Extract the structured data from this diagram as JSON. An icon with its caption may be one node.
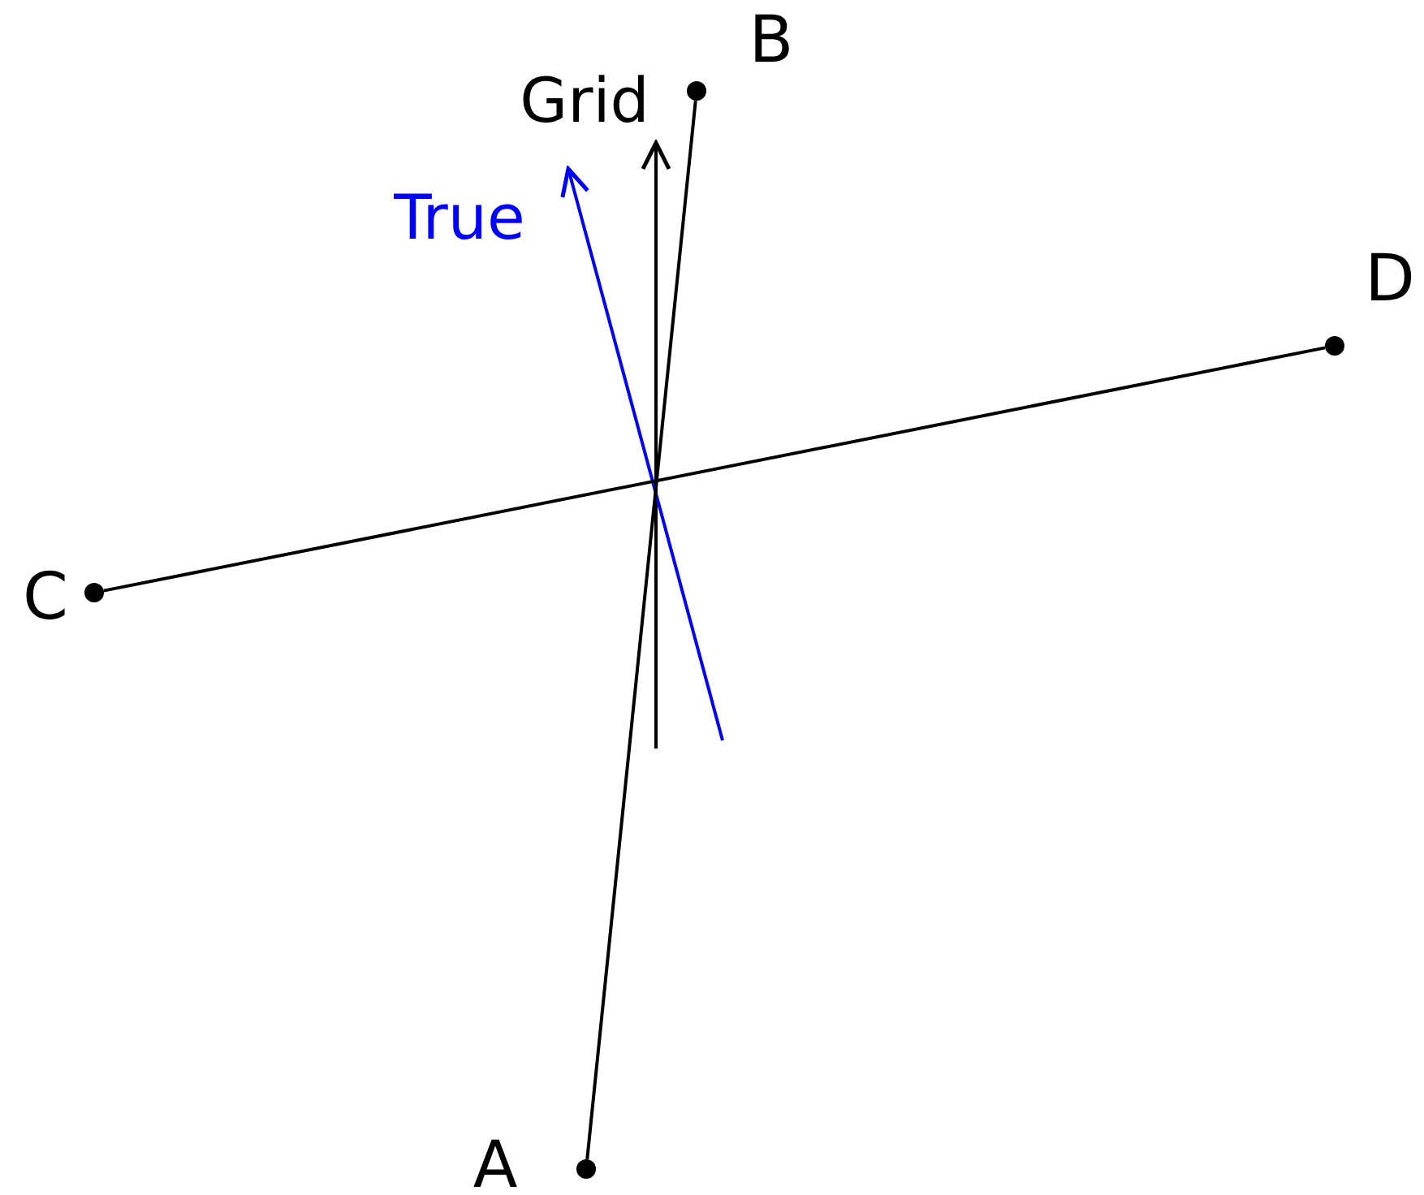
{
  "diagram": {
    "nodes": [
      {
        "text": [],
        "shape": "circle",
        "beside": [
          "A"
        ]
      },
      {
        "text": [],
        "shape": "circle",
        "beside": [
          "B"
        ]
      },
      {
        "text": [],
        "shape": "circle",
        "beside": [
          "C"
        ]
      },
      {
        "text": [],
        "shape": "circle",
        "beside": [
          "D"
        ]
      }
    ],
    "edges": [
      {
        "from": 0,
        "to": 1,
        "arrow": "none"
      },
      {
        "from": 2,
        "to": 3,
        "arrow": "none"
      }
    ],
    "labels": [
      "Grid",
      "True"
    ]
  }
}
